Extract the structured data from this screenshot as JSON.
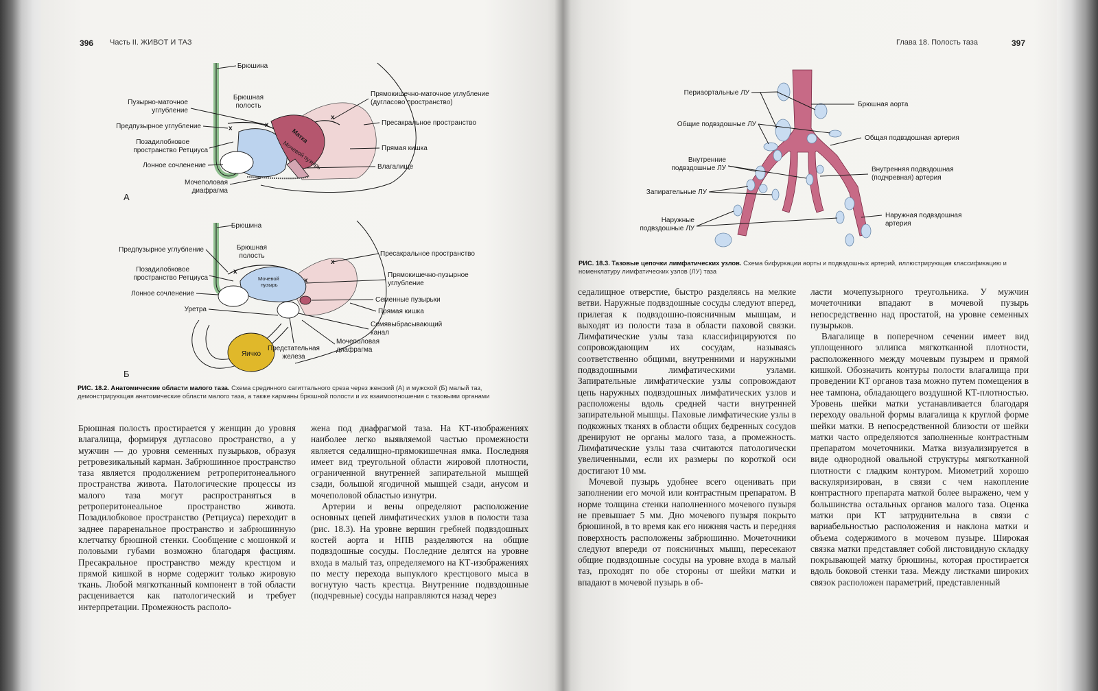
{
  "running_heads": {
    "left_page_number": "396",
    "left_title": "Часть II. ЖИВОТ И ТАЗ",
    "right_title": "Глава 18. Полость таза",
    "right_page_number": "397"
  },
  "figure_18_2": {
    "panel_a": {
      "letter": "А",
      "labels": {
        "bryushina": "Брюшина",
        "bryushnaya_line1": "Брюшная",
        "bryushnaya_line2": "полость",
        "puzyrno_line1": "Пузырно-маточное",
        "puzyrno_line2": "углубление",
        "predpuzyrnoe": "Предпузырное углубление",
        "retzius_line1": "Позадилобковое",
        "retzius_line2": "пространство Ретциуса",
        "lonnoe": "Лонное сочленение",
        "diafragma_line1": "Мочеполовая",
        "diafragma_line2": "диафрагма",
        "douglas_line1": "Прямокишечно-маточное углубление",
        "douglas_line2": "(дугласово пространство)",
        "presakralnoe": "Пресакральное пространство",
        "pryamaya_kishka": "Прямая кишка",
        "vlagalishche": "Влагалище",
        "matka": "Матка",
        "puzyr": "Мочевой пузырь"
      }
    },
    "panel_b": {
      "letter": "Б",
      "labels": {
        "bryushina": "Брюшина",
        "bryushnaya_line1": "Брюшная",
        "bryushnaya_line2": "полость",
        "predpuzyrnoe": "Предпузырное углубление",
        "retzius_line1": "Позадилобковое",
        "retzius_line2": "пространство Ретциуса",
        "lonnoe": "Лонное сочленение",
        "uretra": "Уретра",
        "presakralnoe": "Пресакральное пространство",
        "rektovezik_line1": "Прямокишечно-пузырное",
        "rektovezik_line2": "углубление",
        "semennye": "Семенные пузырьки",
        "pryamaya_kishka": "Прямая кишка",
        "semyaizverg_line1": "Семявыбрасывающий",
        "semyaizverg_line2": "канал",
        "diafragma_line1": "Мочеполовая",
        "diafragma_line2": "диафрагма",
        "prostata_line1": "Предстательная",
        "prostata_line2": "железа",
        "yaichko": "Яичко",
        "puzyr_line1": "Мочевой",
        "puzyr_line2": "пузырь"
      }
    },
    "caption_title": "РИС. 18.2. Анатомические области малого таза.",
    "caption_text": " Схема срединного сагиттального среза через женский (А) и мужской (Б) малый таз, демонстрирующая анатомические области малого таза, а также карманы брюшной полости и их взаимоотношения с тазовыми органами"
  },
  "figure_18_3": {
    "labels": {
      "periaortal": "Периаортальные ЛУ",
      "obshchie_lu": "Общие подвздошные ЛУ",
      "vnutr_lu_line1": "Внутренние",
      "vnutr_lu_line2": "подвздошные ЛУ",
      "zapiratelnye": "Запирательные ЛУ",
      "naruzh_lu_line1": "Наружные",
      "naruzh_lu_line2": "подвздошные ЛУ",
      "aorta": "Брюшная аорта",
      "obshchaya_art": "Общая подвздошная артерия",
      "vnutr_art_line1": "Внутренняя подвздошная",
      "vnutr_art_line2": "(подчревная) артерия",
      "naruzh_art_line1": "Наружная подвздошная",
      "naruzh_art_line2": "артерия"
    },
    "caption_title": "РИС. 18.3. Тазовые цепочки лимфатических узлов.",
    "caption_text": " Схема бифуркации аорты и подвздошных артерий, иллюстрирующая классификацию и номенклатуру лимфатических узлов (ЛУ) таза"
  },
  "body_text": {
    "left_col1": [
      "Брюшная полость простирается у женщин до уровня влагалища, формируя дугласово пространство, а у мужчин — до уровня семенных пузырьков, образуя ретровезикальный карман. Забрюшинное пространство таза является продолжением ретроперитонеального пространства живота. Патологические процессы из малого таза могут распространяться в ретроперитонеальное пространство живота. Позадилобковое пространство (Ретциуса) переходит в заднее параренальное пространство и забрюшинную клетчатку брюшной стенки. Сообщение с мошонкой и половыми губами возможно благодаря фасциям. Пресакральное пространство между крестцом и прямой кишкой в норме содержит только жировую ткань. Любой мягкотканный компонент в той области расценивается как патологический и требует интерпретации. Промежность располо-"
    ],
    "left_col2": [
      "жена под диафрагмой таза. На КТ-изображениях наиболее легко выявляемой частью промежности является седалищно-прямокишечная ямка. Последняя имеет вид треугольной области жировой плотности, ограниченной внутренней запирательной мышцей сзади, большой ягодичной мышцей сзади, анусом и мочеполовой областью изнутри.",
      "Артерии и вены определяют расположение основных цепей лимфатических узлов в полости таза (рис. 18.3). На уровне вершин гребней подвздошных костей аорта и НПВ разделяются на общие подвздошные сосуды. Последние делятся на уровне входа в малый таз, определяемого на КТ-изображениях по месту перехода выпуклого крестцового мыса в вогнутую часть крестца. Внутренние подвздошные (подчревные) сосуды направляются назад через"
    ],
    "right_col1": [
      "седалищное отверстие, быстро разделяясь на мелкие ветви. Наружные подвздошные сосуды следуют вперед, прилегая к подвздошно-поясничным мышцам, и выходят из полости таза в области паховой связки. Лимфатические узлы таза классифицируются по сопровождающим их сосудам, называясь соответственно общими, внутренними и наружными подвздошными лимфатическими узлами. Запирательные лимфатические узлы сопровождают цепь наружных подвздошных лимфатических узлов и расположены вдоль средней части внутренней запирательной мышцы. Паховые лимфатические узлы в подкожных тканях в области общих бедренных сосудов дренируют не органы малого таза, а промежность. Лимфатические узлы таза считаются патологически увеличенными, если их размеры по короткой оси достигают 10 мм.",
      "Мочевой пузырь удобнее всего оценивать при заполнении его мочой или контрастным препаратом. В норме толщина стенки наполненного мочевого пузыря не превышает 5 мм. Дно мочевого пузыря покрыто брюшиной, в то время как его нижняя часть и передняя поверхность расположены забрюшинно. Мочеточники следуют впереди от поясничных мышц, пересекают общие подвздошные сосуды на уровне входа в малый таз, проходят по обе стороны от шейки матки и впадают в мочевой пузырь в об-"
    ],
    "right_col2": [
      "ласти мочепузырного треугольника. У мужчин мочеточники впадают в мочевой пузырь непосредственно над простатой, на уровне семенных пузырьков.",
      "Влагалище в поперечном сечении имеет вид уплощенного эллипса мягкотканной плотности, расположенного между мочевым пузырем и прямой кишкой. Обозначить контуры полости влагалища при проведении КТ органов таза можно путем помещения в нее тампона, обладающего воздушной КТ-плотностью. Уровень шейки матки устанавливается благодаря переходу овальной формы влагалища к круглой форме шейки матки. В непосредственной близости от шейки матки часто определяются заполненные контрастным препаратом мочеточники. Матка визуализируется в виде однородной овальной структуры мягкотканной плотности с гладким контуром. Миометрий хорошо васкуляризирован, в связи с чем накопление контрастного препарата маткой более выражено, чем у большинства остальных органов малого таза. Оценка матки при КТ затруднительна в связи с вариабельностью расположения и наклона матки и объема содержимого в мочевом пузыре. Широкая связка матки представляет собой листовидную складку покрывающей матку брюшины, которая простирается вдоль боковой стенки таза. Между листками широких связок расположен параметрий, представленный"
    ]
  },
  "colors": {
    "peritoneum_green": "#8fbf8f",
    "bladder_blue": "#bcd3ee",
    "uterus_red": "#b5566e",
    "rectum_pink": "#f0d6d6",
    "artery": "#c76a86",
    "lymph_node": "#c9dcf1",
    "testis": "#e0b82a"
  }
}
